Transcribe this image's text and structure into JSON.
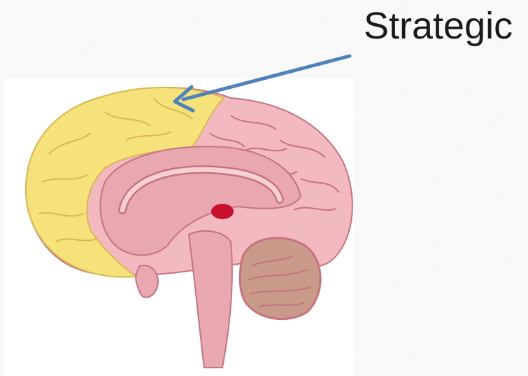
{
  "slide": {
    "label": "Strategic"
  },
  "diagram": {
    "subject": "brain-sagittal-section",
    "highlighted_region": "frontal-lobe",
    "colors": {
      "highlight": "#f6e27a",
      "highlight_edge": "#d9b94f",
      "cortex": "#f2b9c0",
      "cortex_edge": "#c7737f",
      "inner": "#e9a8b0",
      "gland": "#c8102e",
      "cerebellum": "#c99a8a",
      "arrow": "#4f81bd"
    }
  }
}
